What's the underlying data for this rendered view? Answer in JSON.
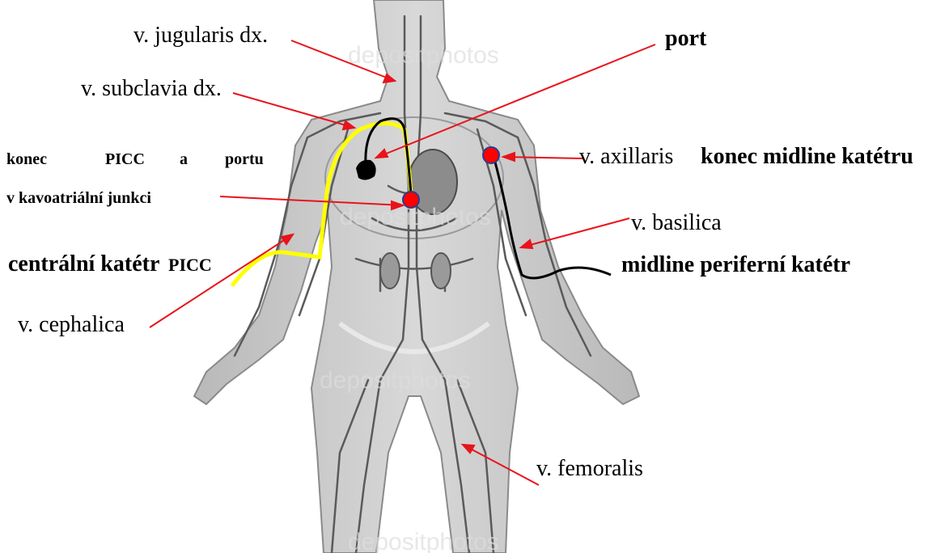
{
  "labels": {
    "jugularis": "v. jugularis dx.",
    "subclavia": "v. subclavia dx.",
    "port": "port",
    "axillaris": "v. axillaris",
    "konec_midline": "konec midline katétru",
    "konec_picc_line1_w1": "konec",
    "konec_picc_line1_w2": "PICC",
    "konec_picc_line1_w3": "a",
    "konec_picc_line1_w4": "portu",
    "konec_picc_line2": "v kavoatriální junkci",
    "basilica": "v. basilica",
    "centralni_main": "centrální katétr",
    "centralni_picc": "PICC",
    "midline_periferni": "midline periferní katétr",
    "cephalica": "v. cephalica",
    "femoralis": "v. femoralis"
  },
  "watermark": "depositphotos",
  "colors": {
    "arrow": "#e8131b",
    "picc_line": "#ffff00",
    "port_catheter": "#000000",
    "tip_marker": "#ff0000",
    "marker_outline": "#2a3c8c",
    "body_fill": "#cfcfcf",
    "vessel": "#5a5a5a"
  }
}
